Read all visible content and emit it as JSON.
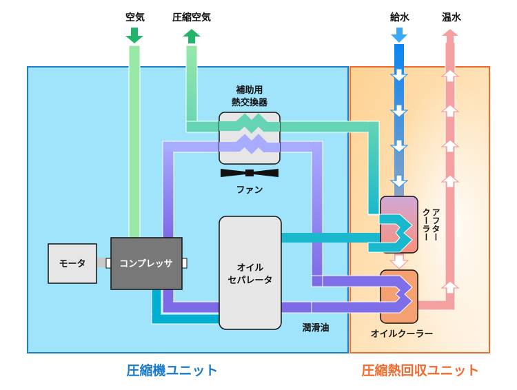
{
  "inlets": {
    "air": "空気",
    "compressed_air": "圧縮空気",
    "feed_water": "給水",
    "hot_water": "温水"
  },
  "components": {
    "aux_heat_exchanger_line1": "補助用",
    "aux_heat_exchanger_line2": "熱交換器",
    "fan": "ファン",
    "motor": "モータ",
    "compressor": "コンプレッサ",
    "oil_separator_line1": "オイル",
    "oil_separator_line2": "セパレータ",
    "lubricating_oil": "潤滑油",
    "after_cooler_col1": "アフター",
    "after_cooler_col2": "クーラー",
    "oil_cooler": "オイルクーラー"
  },
  "units": {
    "compressor_unit": "圧縮機ユニット",
    "heat_recovery_unit": "圧縮熱回収ユニット"
  },
  "colors": {
    "compressor_unit_bg": "#a0e4fc",
    "compressor_unit_border": "#1a7fd0",
    "compressor_unit_label": "#1a7ac8",
    "recovery_unit_bg": "#fdd59a",
    "recovery_unit_border": "#f06a2c",
    "recovery_unit_label": "#f06a2c",
    "air_pipe": "#98e8a8",
    "air_arrow": "#22b46a",
    "compressed_air_pipe": "#64d4b4",
    "refrigerant_pipe": "#a6a8ff",
    "refrigerant_pipe_dark": "#7e6ee8",
    "oil_pipe": "#1ab8cc",
    "feed_water_pipe": "#1a86ee",
    "hot_water_pipe": "#f5a0a0",
    "compressor_body": "#787878",
    "equipment_body": "#e6e6e6",
    "oil_cooler_body": "#f5a070"
  }
}
